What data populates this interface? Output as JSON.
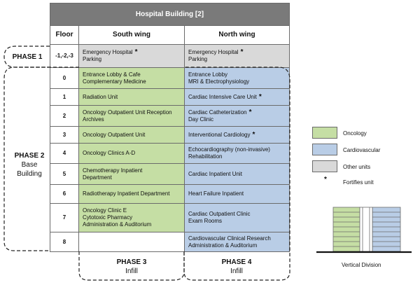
{
  "header": {
    "title": "Hospital Building [2]",
    "floor": "Floor",
    "south": "South wing",
    "north": "North wing"
  },
  "floors": [
    {
      "floor": "-1,-2,-3",
      "south": [
        "Emergency Hospital",
        "Parking"
      ],
      "south_star": true,
      "north": [
        "Emergency Hospital",
        "Parking"
      ],
      "north_star": true
    },
    {
      "floor": "0",
      "south": [
        "Entrance Lobby & Cafe",
        "Complementary Medicine"
      ],
      "south_star": false,
      "north": [
        "Entrance Lobby",
        "MRI & Electrophysiology"
      ],
      "north_star": false
    },
    {
      "floor": "1",
      "south": [
        "Radiation Unit"
      ],
      "south_star": false,
      "north": [
        "Cardiac Intensive Care Unit"
      ],
      "north_star": true
    },
    {
      "floor": "2",
      "south": [
        "Oncology Outpatient Unit Reception",
        "Archives"
      ],
      "south_star": false,
      "north": [
        "Cardiac Catheterization",
        "Day Clinic"
      ],
      "north_star": true
    },
    {
      "floor": "3",
      "south": [
        "Oncology Outpatient Unit"
      ],
      "south_star": false,
      "north": [
        "Interventional Cardiology"
      ],
      "north_star": true
    },
    {
      "floor": "4",
      "south": [
        "Oncology Clinics A-D"
      ],
      "south_star": false,
      "north": [
        "Echocardiography (non-invasive)",
        "Rehabilitation"
      ],
      "north_star": false
    },
    {
      "floor": "5",
      "south": [
        "Chemotherapy Inpatient",
        "Department"
      ],
      "south_star": false,
      "north": [
        "Cardiac Inpatient Unit"
      ],
      "north_star": false
    },
    {
      "floor": "6",
      "south": [
        "Radiotherapy Inpatient Department"
      ],
      "south_star": false,
      "north": [
        "Heart Failure Inpatient"
      ],
      "north_star": false
    },
    {
      "floor": "7",
      "south": [
        "Oncology Clinic E",
        "Cytotoxic Pharmacy",
        "Administration & Auditorium"
      ],
      "south_star": false,
      "north": [
        "Cardiac Outpatient Clinic",
        "Exam Rooms"
      ],
      "north_star": false
    },
    {
      "floor": "8",
      "south": [],
      "south_star": false,
      "north": [
        "Cardiovascular Clinical Research",
        "Administration & Auditorium"
      ],
      "north_star": false
    }
  ],
  "phases": {
    "phase1": "PHASE 1",
    "phase2_title": "PHASE 2",
    "phase2_line2": "Base",
    "phase2_line3": "Building",
    "phase3_title": "PHASE 3",
    "phase3_sub": "Infill",
    "phase4_title": "PHASE 4",
    "phase4_sub": "Infill"
  },
  "legend": {
    "oncology": "Oncology",
    "cardiovascular": "Cardiovascular",
    "other": "Other units",
    "star_symbol": "*",
    "fortifies": "Fortifies unit",
    "vertical_division": "Vertical Division"
  },
  "colors": {
    "oncology": "#c5dea4",
    "cardiovascular": "#b9cde6",
    "other": "#d9d9d9",
    "header": "#7a7a7a"
  },
  "star": "*"
}
